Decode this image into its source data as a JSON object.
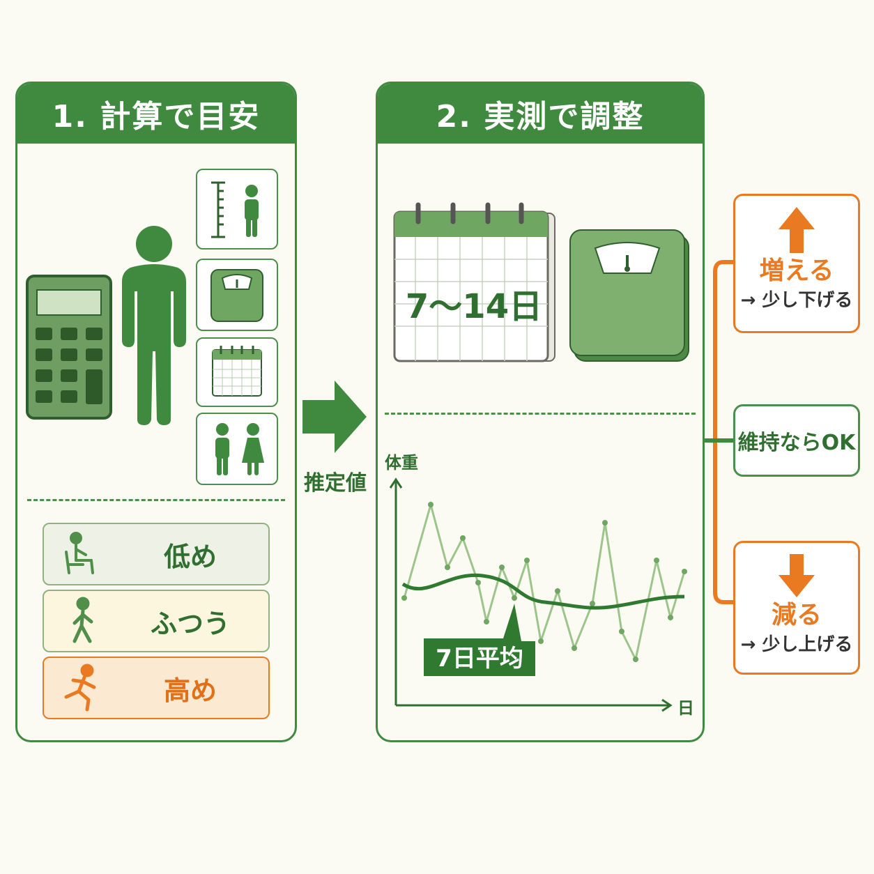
{
  "step1": {
    "title": "1. 計算で目安"
  },
  "step2": {
    "title": "2. 実測で調整"
  },
  "activity_levels": [
    {
      "label": "低め",
      "icon": "sitting-person-icon"
    },
    {
      "label": "ふつう",
      "icon": "walking-person-icon"
    },
    {
      "label": "高め",
      "icon": "running-person-icon"
    }
  ],
  "input_icons": [
    "height-icon",
    "scale-icon",
    "calendar-icon",
    "male-female-icon"
  ],
  "arrow_label": "推定値",
  "calendar_label": "7〜14日",
  "graph": {
    "ylabel": "体重",
    "xlabel": "日",
    "avg_label": "7日平均"
  },
  "outcomes": {
    "increase": {
      "title": "増える",
      "action": "→ 少し下げる"
    },
    "maintain": {
      "label": "維持ならOK"
    },
    "decrease": {
      "title": "減る",
      "action": "→ 少し上げる"
    }
  },
  "colors": {
    "green": "#3f8a3f",
    "light_green": "#9cc58a",
    "orange": "#ea7a22"
  }
}
